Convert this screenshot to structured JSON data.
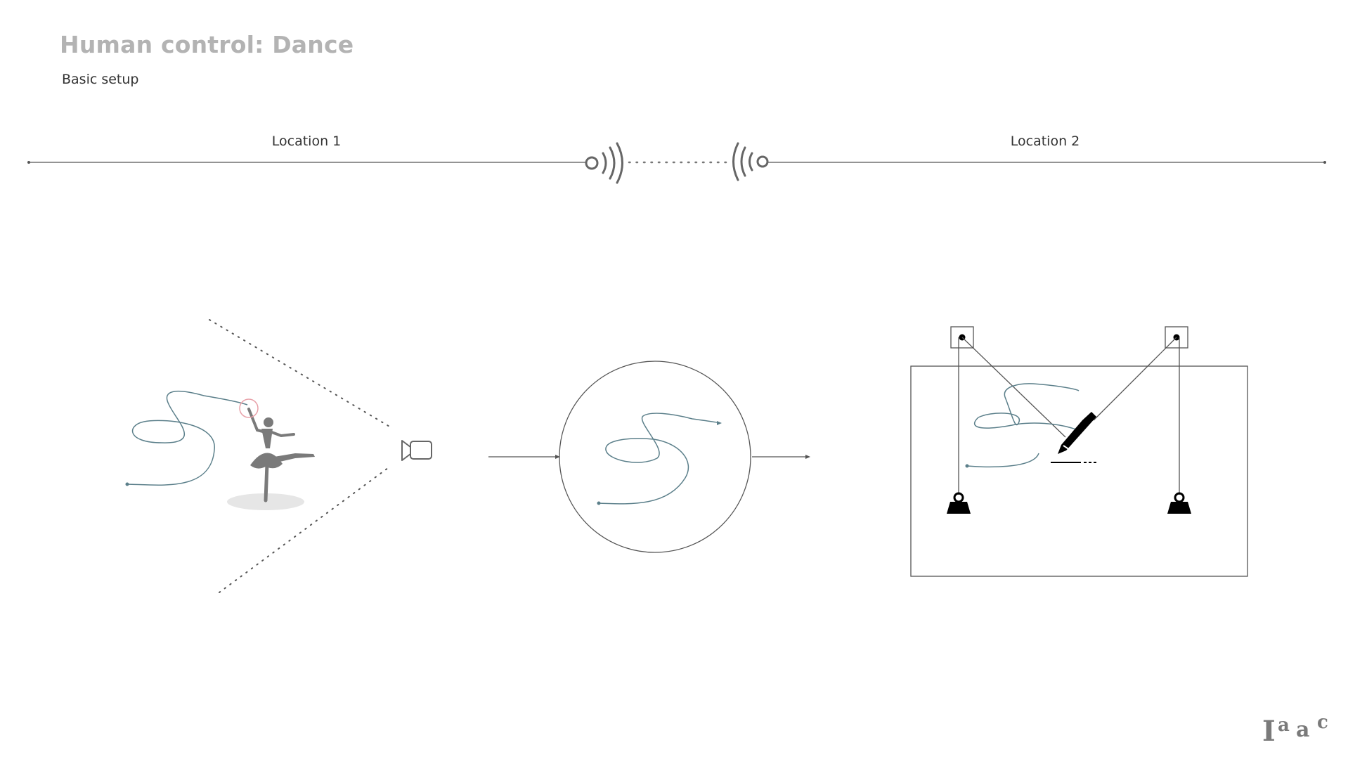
{
  "header": {
    "title": "Human control: Dance",
    "subtitle": "Basic setup"
  },
  "locations": {
    "left_label": "Location 1",
    "right_label": "Location 2"
  },
  "logo": {
    "text": "Iaac"
  },
  "colors": {
    "title": "#b3b3b3",
    "line": "#555555",
    "path": "#5b7f8a",
    "dancer": "#7a7a7a",
    "highlight": "#e8a0a8",
    "machine": "#000000"
  },
  "icons": {
    "transmitter": "wireless-signal-left-icon",
    "receiver": "wireless-signal-right-icon",
    "camera": "video-camera-icon",
    "dancer": "ballerina-silhouette",
    "pen": "pen-icon",
    "weight": "weight-icon",
    "pulley": "pulley-icon"
  }
}
